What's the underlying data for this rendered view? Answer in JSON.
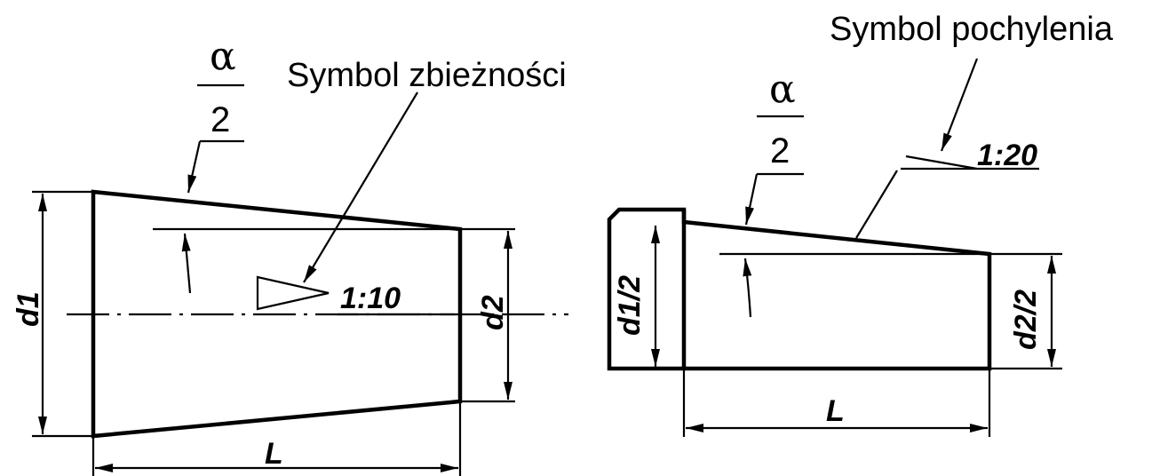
{
  "left_view": {
    "callout_label": "Symbol zbieżności",
    "angle_numerator": "α",
    "angle_denominator": "2",
    "ratio": "1:10",
    "dim_d1": "d1",
    "dim_d2": "d2",
    "dim_length": "L"
  },
  "right_view": {
    "callout_label": "Symbol pochylenia",
    "angle_numerator": "α",
    "angle_denominator": "2",
    "ratio": "1:20",
    "dim_d1": "d1/2",
    "dim_d2": "d2/2",
    "dim_length": "L"
  }
}
